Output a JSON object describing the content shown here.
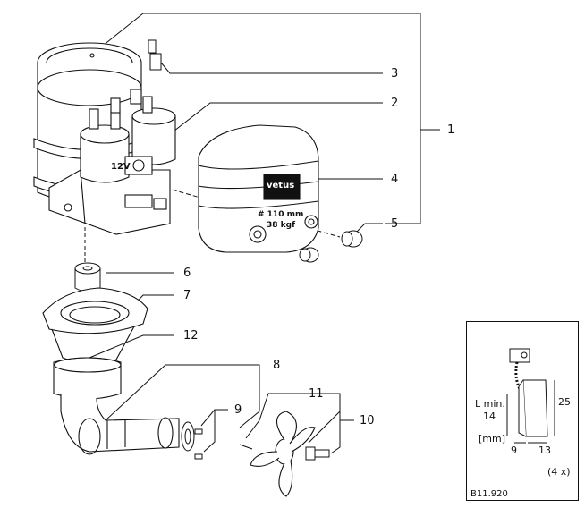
{
  "callouts": [
    "1",
    "2",
    "3",
    "4",
    "5",
    "6",
    "7",
    "8",
    "9",
    "10",
    "11",
    "12"
  ],
  "motor_label": "12V",
  "cover_label_brand": "vetus",
  "cover_label_model": "# 110 mm",
  "cover_label_model2": "38 kgf",
  "inset": {
    "lmin_label": "L min.",
    "lmin_value": "14",
    "height_value": "25",
    "unit_label": "[mm]",
    "width_a": "9",
    "width_b": "13",
    "quantity": "(4 x)",
    "code": "B11.920"
  }
}
